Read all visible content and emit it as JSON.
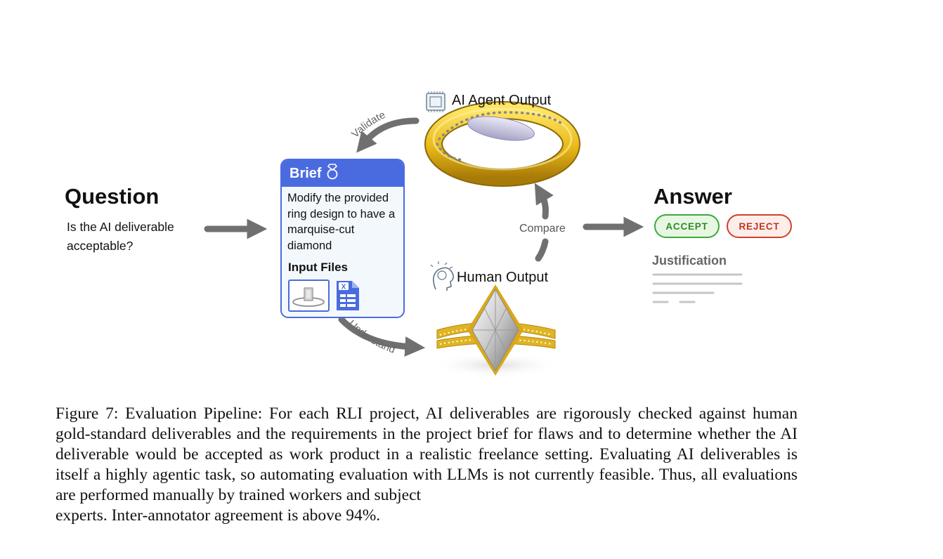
{
  "question": {
    "title": "Question",
    "text": "Is the AI deliverable acceptable?"
  },
  "brief": {
    "title": "Brief",
    "text": "Modify the provided ring design to have a marquise-cut diamond",
    "input_files_label": "Input Files",
    "file_icon_badge": "X",
    "icons": [
      "ring-icon",
      "ring-image-thumbnail",
      "spreadsheet-file-icon"
    ]
  },
  "flow": {
    "validate_label": "Validate",
    "understand_label": "Understand",
    "compare_label": "Compare"
  },
  "outputs": {
    "agent_label": "AI Agent Output",
    "agent_icon": "cpu-chip-icon",
    "human_label": "Human Output",
    "human_icon": "human-head-brain-icon"
  },
  "answer": {
    "title": "Answer",
    "accept_label": "ACCEPT",
    "reject_label": "REJECT",
    "justification_label": "Justification"
  },
  "colors": {
    "brief_blue": "#4a6be0",
    "arrow_gray": "#707070",
    "accept_green": "#3fa83f",
    "reject_red": "#d0402a",
    "gold": "#e8b818"
  },
  "caption": {
    "main": "Figure 7: Evaluation Pipeline: For each RLI project, AI deliverables are rigorously checked against human gold-standard deliverables and the requirements in the project brief for flaws and to determine whether the AI deliverable would be accepted as work product in a realistic freelance setting. Evaluating AI deliverables is itself a highly agentic task, so automating evaluation with LLMs is not currently feasible. Thus, all evaluations are performed manually by trained workers and subject",
    "last_line": "experts. Inter-annotator agreement is above 94%."
  }
}
